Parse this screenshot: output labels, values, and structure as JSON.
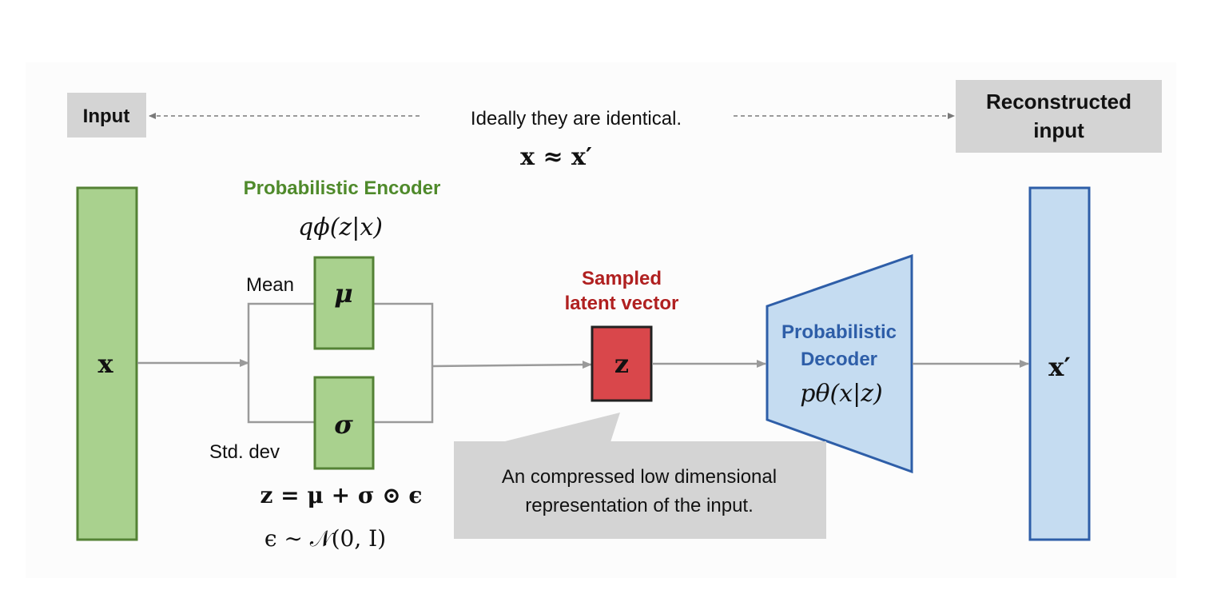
{
  "labels": {
    "input": "Input",
    "reconstructed_line1": "Reconstructed",
    "reconstructed_line2": "input",
    "identical_note": "Ideally they are identical.",
    "identical_formula": "x ≈ x′",
    "encoder_title": "Probabilistic Encoder",
    "encoder_formula": "qϕ(z|x)",
    "mean": "Mean",
    "std_dev": "Std. dev",
    "mu": "μ",
    "sigma": "σ",
    "x": "x",
    "x_prime": "x′",
    "z": "z",
    "sampled_line1": "Sampled",
    "sampled_line2": "latent vector",
    "decoder_line1": "Probabilistic",
    "decoder_line2": "Decoder",
    "decoder_formula": "pθ(x|z)",
    "reparam_formula": "z = μ + σ ⊙ ϵ",
    "noise_formula": "ϵ ∼ 𝒩(0, I)",
    "callout_line1": "An compressed low dimensional",
    "callout_line2": "representation of the input."
  },
  "colors": {
    "green_fill": "#a9d18e",
    "green_stroke": "#548235",
    "encoder_text": "#4f8a2b",
    "blue_fill": "#c5dcf1",
    "blue_stroke": "#2e5ea8",
    "decoder_text": "#2e5ea8",
    "red_fill": "#d9474b",
    "sampled_text": "#b02020",
    "gray_box": "#d4d4d4",
    "line": "#9a9a9a"
  },
  "icons": {
    "dashed_arrow_left": "dashed-arrow-left-icon",
    "dashed_arrow_right": "dashed-arrow-right-icon"
  }
}
